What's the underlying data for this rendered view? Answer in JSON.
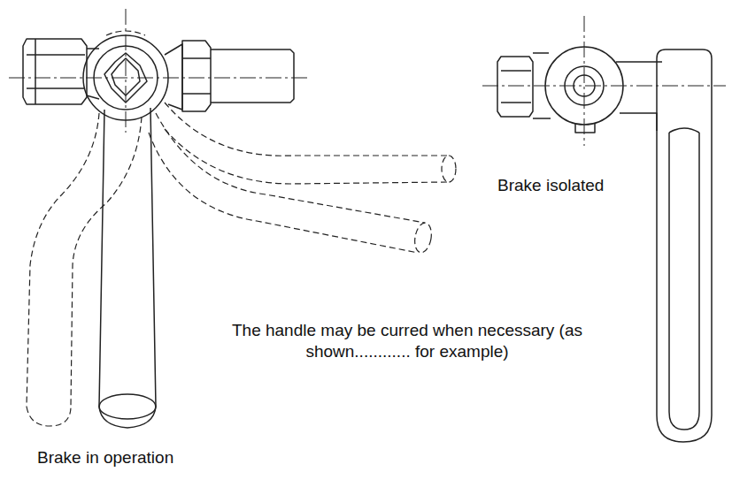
{
  "diagram": {
    "labels": [
      "Brake isolated",
      "The handle may be curred when necessary (as shown............ for example)",
      "Brake in operation"
    ]
  }
}
